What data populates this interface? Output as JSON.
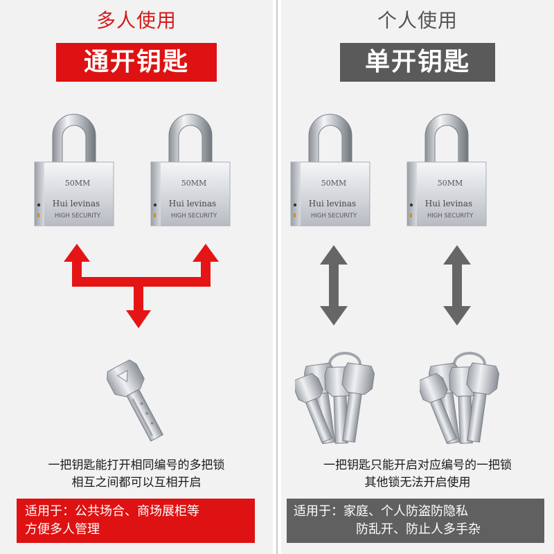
{
  "left": {
    "usage": "多人使用",
    "banner": "通开钥匙",
    "lock_text": {
      "size": "50MM",
      "brand": "Hui levinas",
      "security": "HIGH SECURITY"
    },
    "desc": [
      "一把钥匙能打开相同编号的多把锁",
      "相互之间都可以互相开启"
    ],
    "usage_bar": {
      "prefix": "适用于：",
      "line1": "公共场合、商场展柜等",
      "line2": "方便多人管理"
    },
    "accent_color": "#de1212"
  },
  "right": {
    "usage": "个人使用",
    "banner": "单开钥匙",
    "lock_text": {
      "size": "50MM",
      "brand": "Hui levinas",
      "security": "HIGH SECURITY"
    },
    "desc": [
      "一把钥匙只能开启对应编号的一把锁",
      "其他锁无法开启使用"
    ],
    "usage_bar": {
      "prefix": "适用于：",
      "line1": "家庭、个人防盗防隐私",
      "line2": "防乱开、防止人多手杂"
    },
    "accent_color": "#5a5a5a"
  },
  "icons": [
    "padlock-icon",
    "key-icon",
    "key-bundle-icon",
    "arrow-up-icon",
    "arrow-down-icon",
    "double-arrow-icon"
  ]
}
